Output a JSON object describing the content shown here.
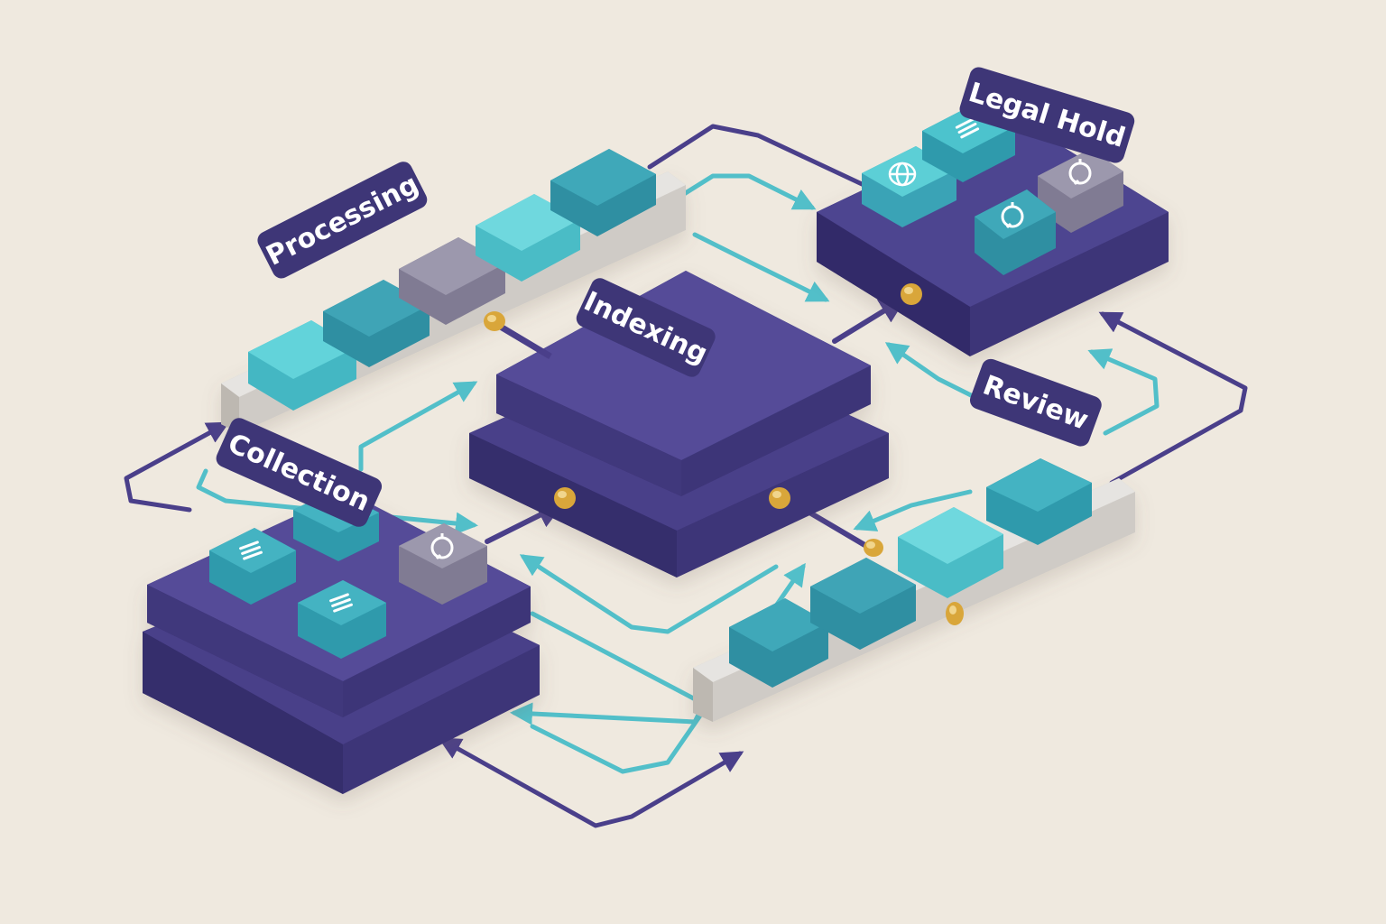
{
  "diagram": {
    "stages": {
      "processing": {
        "label": "Processing"
      },
      "indexing": {
        "label": "Indexing"
      },
      "legal_hold": {
        "label": "Legal Hold"
      },
      "review": {
        "label": "Review"
      },
      "collection": {
        "label": "Collection"
      }
    },
    "colors": {
      "background": "#efe9df",
      "platform_top": "#4e4590",
      "platform_side": "#3d3478",
      "tray_top": "#e6e4e1",
      "tray_side": "#cfcbc6",
      "teal_light": "#5ccfd6",
      "teal_dark": "#3aa3b6",
      "gray_block": "#938fa3",
      "label_bg": "#3e3677",
      "connector_gold": "#d9a63a",
      "purple_arrow": "#4a3f8a",
      "teal_arrow": "#52bfc9"
    },
    "icons": {
      "list": "list-icon",
      "globe": "globe-icon",
      "search": "search-icon"
    }
  }
}
